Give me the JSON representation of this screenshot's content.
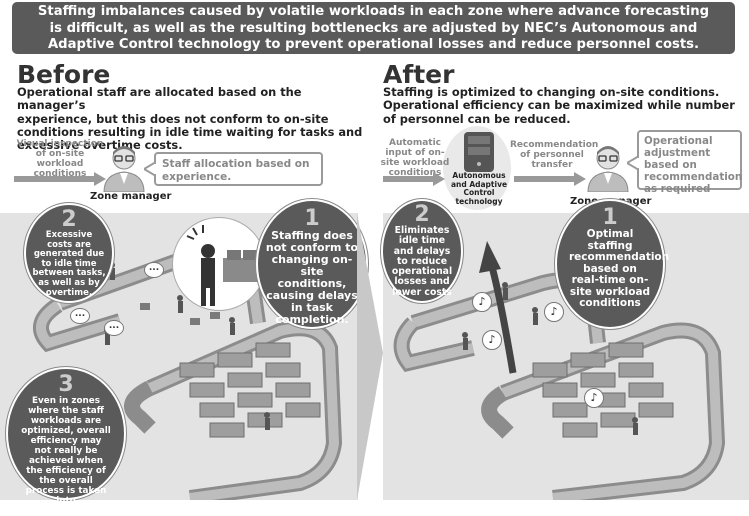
{
  "banner": {
    "line1": "Staffing imbalances caused by volatile workloads in each zone where advance forecasting",
    "line2": "is difficult, as well as the resulting bottlenecks are adjusted by NEC’s Autonomous and",
    "line3": "Adaptive Control technology to prevent operational losses and reduce personnel costs."
  },
  "before": {
    "title": "Before",
    "desc_lines": [
      "Operational staff are allocated based on the manager’s",
      "experience, but this does not conform to on-site",
      "conditions resulting in idle time waiting for tasks and",
      "excessive overtime costs."
    ],
    "input_label_lines": [
      "Visual inspection",
      "of on-site",
      "workload",
      "conditions"
    ],
    "speech": "Staff allocation based on experience.",
    "manager_label": "Zone manager",
    "callout1": {
      "num": "1",
      "text": "Staffing does not conform to changing on-site conditions, causing delays in task completion."
    },
    "callout2": {
      "num": "2",
      "text": "Excessive costs are generated due to idle time between tasks, as well as by overtime."
    },
    "callout3": {
      "num": "3",
      "text": "Even in zones where the staff workloads are optimized, overall efficiency may not really be achieved when the efficiency of the overall process is taken into consideration."
    },
    "mini_bubble": "..."
  },
  "after": {
    "title": "After",
    "desc_lines": [
      "Staffing is optimized to changing on-site conditions.",
      "Operational efficiency can be maximized while number",
      "of personnel can be reduced."
    ],
    "input_label_lines": [
      "Automatic",
      "input of on-",
      "site workload",
      "conditions"
    ],
    "server_label_lines": [
      "Autonomous",
      "and Adaptive",
      "Control",
      "technology"
    ],
    "rec_label_lines": [
      "Recommendation",
      "of personnel",
      "transfer"
    ],
    "speech": "Operational adjustment based on recommendation as required",
    "manager_label": "Zone manager",
    "callout1": {
      "num": "1",
      "text": "Optimal staffing recommendation based on real-time on-site workload conditions"
    },
    "callout2": {
      "num": "2",
      "text": "Eliminates idle time and delays to reduce operational losses and lower costs"
    },
    "note_symbol": "♪"
  },
  "colors": {
    "banner": "#5a5a5a",
    "callout": "#5a5a5a",
    "scene": "#e3e3e3",
    "speech_border": "#9a9a9a"
  }
}
